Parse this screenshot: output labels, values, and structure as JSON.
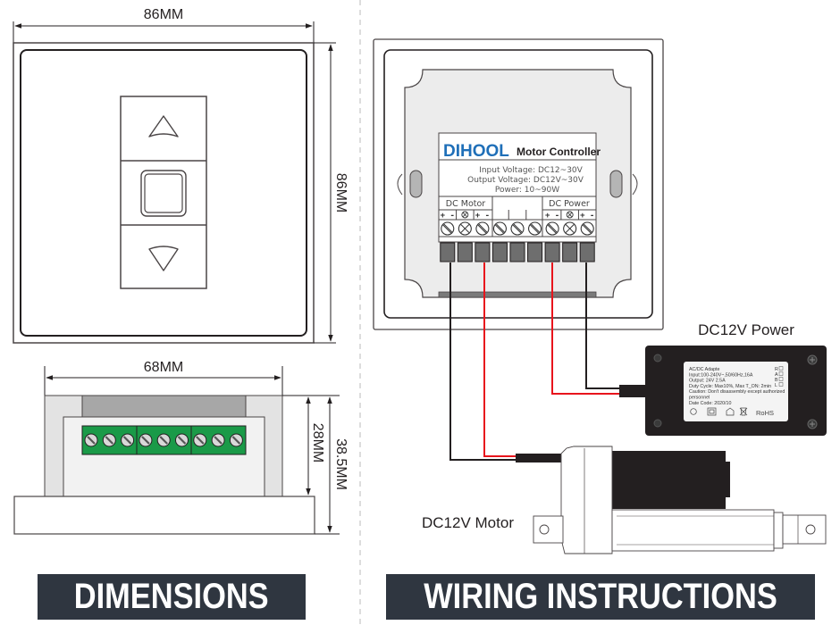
{
  "dimensions_panel": {
    "front_width_label": "86MM",
    "front_height_label": "86MM",
    "side_width_label": "68MM",
    "side_depth_label": "28MM",
    "side_total_depth_label": "38.5MM",
    "switch_buttons": [
      "up-arrow",
      "stop-square",
      "down-arrow"
    ],
    "terminal_count": 9,
    "title": "DIMENSIONS"
  },
  "wiring_panel": {
    "brand": "DIHOOL",
    "product": "Motor Controller",
    "specs": [
      "Input Voltage: DC12~30V",
      "Output Voltage: DC12V~30V",
      "Power: 10~90W"
    ],
    "terminal_groups": [
      {
        "label": "DC Motor",
        "polarities": [
          "+ -",
          "⊗",
          "+ -"
        ]
      },
      {
        "label": "",
        "polarities": [
          "",
          "",
          ""
        ]
      },
      {
        "label": "DC Power",
        "polarities": [
          "+ -",
          "⊗",
          "+ -"
        ]
      }
    ],
    "power_label": "DC12V Power",
    "motor_label": "DC12V Motor",
    "adapter_label": {
      "lines": [
        "AC/DC Adapte",
        "Input:100-240V~,50/60Hz,16A",
        "Output: 24V    2.5A",
        "Duty Cycle: Max10%, Max T_ON: 2min",
        "Caution: Don't disassembly except authorized",
        "personnel",
        "Date Code: 2020/10"
      ],
      "side_marks": [
        "R",
        "A",
        "B",
        "L"
      ],
      "certification": "RoHS"
    },
    "wire_colors": {
      "positive": "#e8141c",
      "negative": "#231f20"
    },
    "title": "WIRING INSTRUCTIONS"
  },
  "colors": {
    "banner_bg": "#2f3640",
    "banner_text": "#ffffff",
    "brand_blue": "#1f6fb8",
    "terminal_green": "#1a9a48",
    "line": "#4a4546",
    "panel_fill": "#ececec",
    "adapter_body": "#231f20"
  }
}
